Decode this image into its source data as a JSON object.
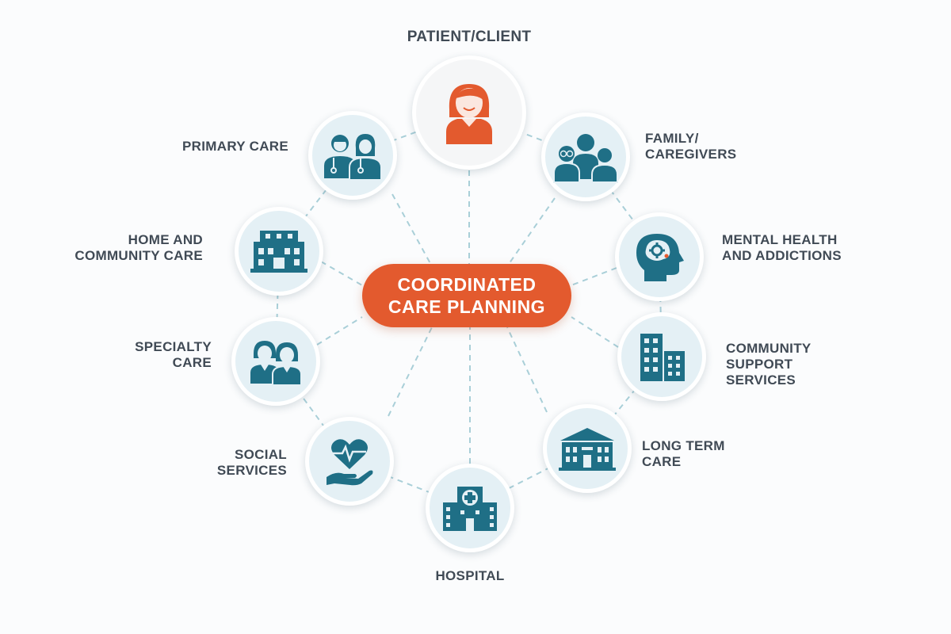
{
  "center": {
    "label": "COORDINATED\nCARE PLANNING"
  },
  "colors": {
    "accent": "#e35a2e",
    "icon": "#1f6f86",
    "node_fill": "#e4f0f5",
    "line": "#a9cfd8",
    "text": "#404a55"
  },
  "nodes": [
    {
      "id": "patient",
      "label": "PATIENT/CLIENT",
      "icon": "woman-icon"
    },
    {
      "id": "family",
      "label": "FAMILY/\nCAREGIVERS",
      "icon": "family-icon"
    },
    {
      "id": "mental-health",
      "label": "MENTAL HEALTH\nAND ADDICTIONS",
      "icon": "brain-head-icon"
    },
    {
      "id": "community-support",
      "label": "COMMUNITY\nSUPPORT\nSERVICES",
      "icon": "office-buildings-icon"
    },
    {
      "id": "long-term-care",
      "label": "LONG TERM\nCARE",
      "icon": "care-facility-icon"
    },
    {
      "id": "hospital",
      "label": "HOSPITAL",
      "icon": "hospital-icon"
    },
    {
      "id": "social-services",
      "label": "SOCIAL\nSERVICES",
      "icon": "heart-hand-icon"
    },
    {
      "id": "specialty-care",
      "label": "SPECIALTY\nCARE",
      "icon": "specialists-icon"
    },
    {
      "id": "home-community",
      "label": "HOME AND\nCOMMUNITY CARE",
      "icon": "house-icon"
    },
    {
      "id": "primary-care",
      "label": "PRIMARY CARE",
      "icon": "doctors-icon"
    }
  ]
}
